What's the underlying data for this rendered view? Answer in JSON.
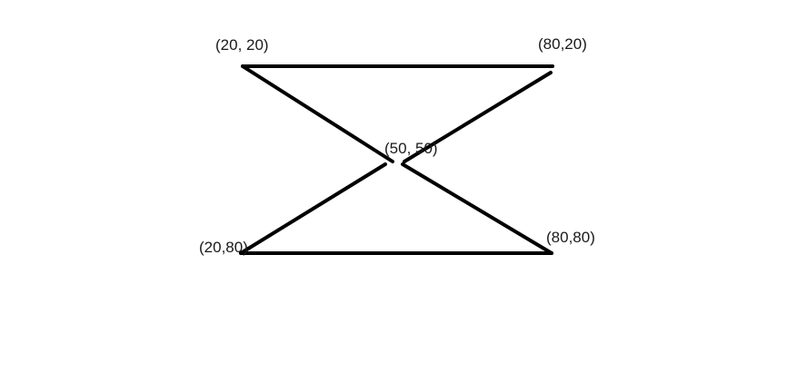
{
  "diagram": {
    "labels": {
      "top_left": "(20, 20)",
      "top_right": "(80,20)",
      "center": "(50, 50)",
      "bottom_left": "(20,80)",
      "bottom_right": "(80,80)"
    },
    "line_color": "#000000",
    "background": "#ffffff"
  }
}
